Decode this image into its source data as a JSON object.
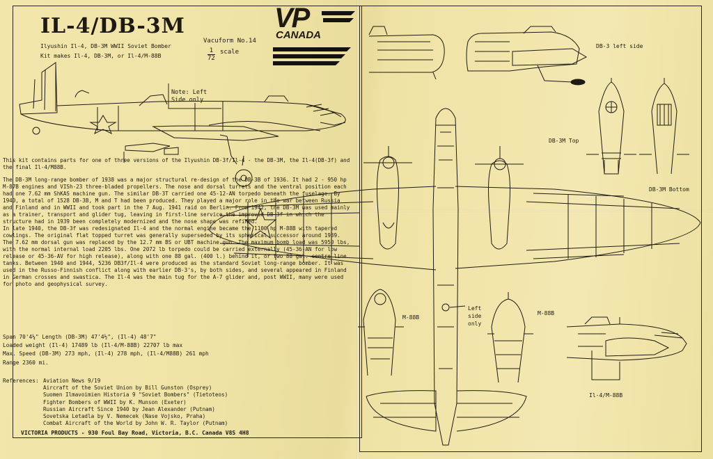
{
  "header": {
    "title": "IL-4/DB-3M",
    "subtitle": "Ilyushin  Il-4, DB-3M  WWII Soviet Bomber",
    "vacuform": "Vacuform No.14",
    "kit_makes": "Kit makes Il-4, DB-3M, or Il-4/M-88B",
    "scale_num": "1",
    "scale_den": "72",
    "scale_label": "scale"
  },
  "brand": {
    "line1": "VP",
    "line2": "CANADA"
  },
  "note": "Note: Left\nSide only",
  "body_text": [
    "This kit contains parts for one of three versions of the Ilyushin DB-3f/Il-4 - the DB-3M, the Il-4(DB-3f) and the final Il-4/M88B.",
    "The DB-3M long-range bomber of 1938 was a major structural re-design of the DB-3B of 1936. It had 2 - 950 hp M-87B engines and VISh-23 three-bladed propellers. The nose and dorsal turrets and the ventral position each had one 7.62 mm ShKAS machine gun. The similar DB-3T carried one 45-12-AN torpedo beneath the fuselage. By 1940, a total of 1528 DB-3B, M and T had been produced. They played a major role in the war between Russia and Finland and in WWII and took part in the 7 Aug. 1941 raid on Berlin. From 1942, the DB-3M was used mainly as a trainer, transport and glider tug, leaving in first-line service the improved DB-3f in which the structure had in 1939 been completely modernized and the nose shape was refined.",
    "In late 1940, the DB-3f was redesignated Il-4 and the normal engine became the 1100 hp M-88B with tapered cowlings. The original flat topped turret was generally superseded by its spherical successor around 1939. The 7.62 mm dorsal gun was replaced by the 12.7 mm BS or UBT machine gun. The maximum bomb load was 5950 lbs, with the normal internal load 2205 lbs. One 2072 lb torpedo could be carried externally (45-36-AN for low release or 45-36-AV for high release), along with one 88 gal. (400 l.) behind it, or two 88 gal. centre line tanks. Between 1940 and 1944, 5236 DB3f/Il-4 were produced as the standard Soviet long-range bomber. It was used in the Russo-Finnish conflict along with earlier DB-3's, by both sides, and several appeared in Finland in German crosses and swastica. The Il-4 was the main tug for the A-7 glider and, post WWII, many were used for photo and geophysical survey."
  ],
  "specs": [
    "Span  70'4¼\"     Length (DB-3M)  47'4½\",  (Il-4)  48'7\"",
    "Loaded weight  (Il-4)  17489 lb     (Il-4/M-88B)  22707 lb max",
    "Max. Speed  (DB-3M)  273 mph,  (Il-4)  278 mph,  (Il-4/M88B)  261 mph",
    "Range  2360 mi."
  ],
  "references_label": "References:",
  "references": [
    "Aviation News 9/19",
    "Aircraft of the Soviet Union by Bill Gunston (Osprey)",
    "Suomen Ilmavoimien Historia 9 \"Soviet Bombers\" (Tietoteos)",
    "Fighter Bombers of WWII by K. Munson (Exeter)",
    "Russian Aircraft Since 1940 by Jean Alexander (Putnam)",
    "Sovetska Letadla by V. Nemecek (Nase Vojsko, Praha)",
    "Combat Aircraft of the World by John W. R. Taylor (Putnam)"
  ],
  "footer": "VICTORIA PRODUCTS  -  930 Foul Bay Road, Victoria, B.C.   Canada  V8S 4H8",
  "drawing_labels": {
    "db3_left": "DB-3 left side",
    "db3m_top": "DB-3M Top",
    "db3m_bottom": "DB-3M Bottom",
    "m88b_1": "M-88B",
    "m88b_2": "M-88B",
    "left_side_only": "Left\nside\nonly",
    "il4_m88b": "Il-4/M-88B"
  },
  "colors": {
    "paper": "#f0e4a8",
    "ink": "#1e1a12"
  }
}
